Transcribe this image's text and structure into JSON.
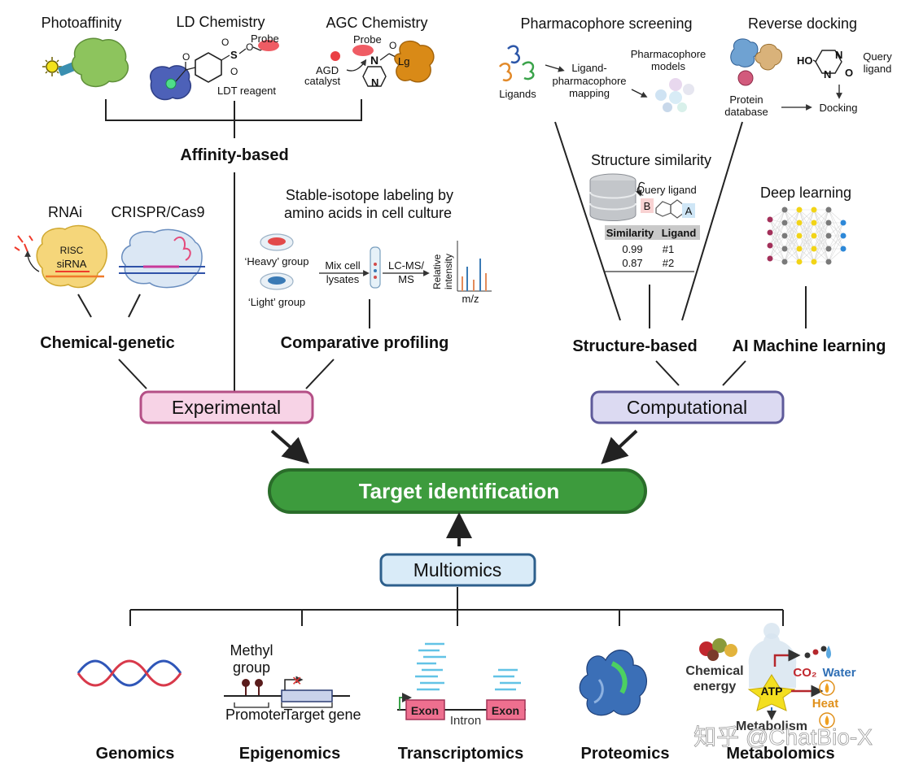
{
  "experimental": {
    "box_label": "Experimental",
    "affinity": {
      "photoaffinity": "Photoaffinity",
      "ld_chemistry": "LD Chemistry",
      "agc_chemistry": "AGC Chemistry",
      "probe": "Probe",
      "ldt_reagent": "LDT reagent",
      "agd_catalyst_1": "AGD",
      "agd_catalyst_2": "catalyst",
      "lg": "Lg",
      "n_atom": "N",
      "o_atom": "O",
      "s_atom": "S",
      "category": "Affinity-based"
    },
    "chemical_genetic": {
      "rnai": "RNAi",
      "crispr": "CRISPR/Cas9",
      "risc": "RISC",
      "sirna": "siRNA",
      "category": "Chemical-genetic"
    },
    "comparative": {
      "silac_line1": "Stable-isotope labeling by",
      "silac_line2": "amino acids in cell culture",
      "heavy_group": "‘Heavy’ group",
      "light_group": "‘Light’ group",
      "mix_line1": "Mix cell",
      "mix_line2": "lysates",
      "lcms_line1": "LC-MS/",
      "lcms_line2": "MS",
      "relative": "Relative",
      "intensity": "intensity",
      "mz": "m/z",
      "category": "Comparative profiling"
    }
  },
  "computational": {
    "box_label": "Computational",
    "pharmacophore": {
      "title": "Pharmacophore screening",
      "ligands": "Ligands",
      "mapping_1": "Ligand-",
      "mapping_2": "pharmacophore",
      "mapping_3": "mapping",
      "models_1": "Pharmacophore",
      "models_2": "models"
    },
    "reverse_docking": {
      "title": "Reverse docking",
      "ho": "HO",
      "query_1": "Query",
      "query_2": "ligand",
      "protein_1": "Protein",
      "protein_2": "database",
      "docking": "Docking",
      "n_atom": "N",
      "o_atom": "O"
    },
    "structure_similarity": {
      "title": "Structure similarity",
      "query_ligand": "Query ligand",
      "b": "B",
      "a": "A",
      "col_similarity": "Similarity",
      "col_ligand": "Ligand",
      "rows": [
        {
          "similarity": "0.99",
          "ligand": "#1"
        },
        {
          "similarity": "0.87",
          "ligand": "#2"
        }
      ]
    },
    "deep_learning": {
      "title": "Deep learning"
    },
    "structure_based": "Structure-based",
    "ai_ml": "AI Machine learning"
  },
  "target": {
    "label": "Target identification"
  },
  "multiomics": {
    "box_label": "Multiomics",
    "genomics": "Genomics",
    "epigenomics": {
      "label": "Epigenomics",
      "methyl_1": "Methyl",
      "methyl_2": "group",
      "promoter": "Promoter",
      "target_gene": "Target gene"
    },
    "transcriptomics": {
      "label": "Transcriptomics",
      "exon": "Exon",
      "intron": "Intron"
    },
    "proteomics": "Proteomics",
    "metabolomics": {
      "label": "Metabolomics",
      "chemical_1": "Chemical",
      "chemical_2": "energy",
      "atp": "ATP",
      "co2": "CO₂",
      "water": "Water",
      "heat": "Heat",
      "metabolism": "Metabolism"
    }
  },
  "watermark": "知乎 @ChatBio-X",
  "colors": {
    "experimental_fill": "#f7d3e6",
    "experimental_stroke": "#b44f86",
    "computational_fill": "#dcdaf2",
    "computational_stroke": "#5e5a9a",
    "target_fill": "#3d9b3d",
    "target_stroke": "#2a6d2a",
    "multiomics_fill": "#d9ebf8",
    "multiomics_stroke": "#2d5f8c"
  }
}
